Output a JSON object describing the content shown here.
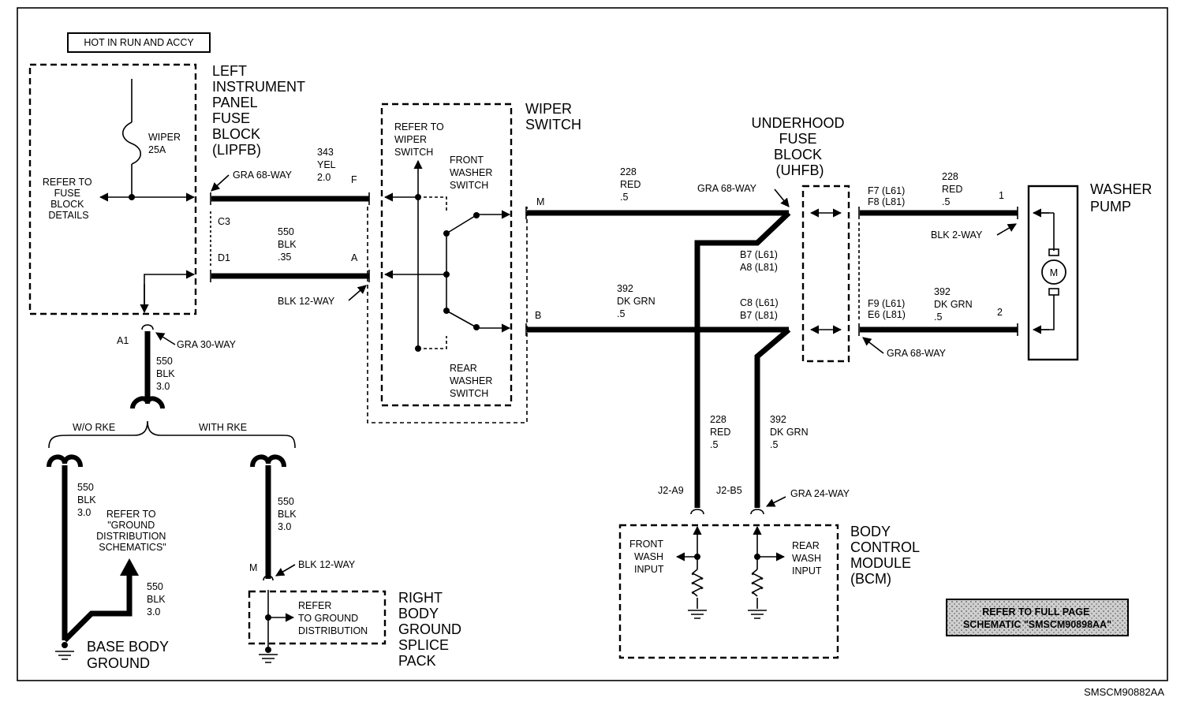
{
  "header": {
    "hot_label": "HOT IN RUN AND ACCY"
  },
  "lipfb": {
    "title_lines": [
      "LEFT",
      "INSTRUMENT",
      "PANEL",
      "FUSE",
      "BLOCK",
      "(LIPFB)"
    ],
    "fuse_lines": [
      "WIPER",
      "25A"
    ],
    "refer_lines": [
      "REFER TO",
      "FUSE",
      "BLOCK",
      "DETAILS"
    ]
  },
  "wires": {
    "w343": {
      "lines": [
        "343",
        "YEL",
        "2.0"
      ],
      "pin": "F"
    },
    "w550_ip": {
      "lines": [
        "550",
        "BLK",
        ".35"
      ],
      "pin": "A"
    },
    "gra68_top": "GRA 68-WAY",
    "c3": "C3",
    "d1": "D1",
    "blk12_ip": "BLK 12-WAY",
    "a1": "A1",
    "gra30": "GRA 30-WAY",
    "w550_main": [
      "550",
      "BLK",
      "3.0"
    ],
    "wo_rke": "W/O RKE",
    "with_rke": "WITH RKE",
    "w550_left": [
      "550",
      "BLK",
      "3.0"
    ],
    "w550_arrow": [
      "550",
      "BLK",
      "3.0"
    ],
    "w550_right": [
      "550",
      "BLK",
      "3.0"
    ],
    "m_pin": "M",
    "blk12_body": "BLK 12-WAY",
    "w228_top": {
      "lines": [
        "228",
        "RED",
        ".5"
      ],
      "pin": "M"
    },
    "w392_top": {
      "lines": [
        "392",
        "DK GRN",
        ".5"
      ],
      "pin": "B"
    },
    "gra68_mid": "GRA 68-WAY",
    "b7a8": [
      "B7 (L61)",
      "A8 (L81)"
    ],
    "c8b7": [
      "C8 (L61)",
      "B7 (L81)"
    ],
    "w228_down": [
      "228",
      "RED",
      ".5"
    ],
    "w392_down": [
      "392",
      "DK GRN",
      ".5"
    ],
    "j2a9": "J2-A9",
    "j2b5": "J2-B5",
    "gra24": "GRA 24-WAY",
    "f7f8": [
      "F7 (L61)",
      "F8 (L81)"
    ],
    "w228_pump": {
      "lines": [
        "228",
        "RED",
        ".5"
      ],
      "pin": "1"
    },
    "f9e6": [
      "F9 (L61)",
      "E6 (L81)"
    ],
    "w392_pump": {
      "lines": [
        "392",
        "DK GRN",
        ".5"
      ],
      "pin": "2"
    },
    "blk2": "BLK 2-WAY",
    "gra68_bottom": "GRA 68-WAY"
  },
  "wiper_switch": {
    "title_lines": [
      "WIPER",
      "SWITCH"
    ],
    "refer_lines": [
      "REFER TO",
      "WIPER",
      "SWITCH"
    ],
    "front_lines": [
      "FRONT",
      "WASHER",
      "SWITCH"
    ],
    "rear_lines": [
      "REAR",
      "WASHER",
      "SWITCH"
    ]
  },
  "uhfb": {
    "title_lines": [
      "UNDERHOOD",
      "FUSE",
      "BLOCK",
      "(UHFB)"
    ]
  },
  "washer_pump": {
    "title_lines": [
      "WASHER",
      "PUMP"
    ],
    "motor": "M"
  },
  "ground": {
    "refer_gd_lines": [
      "REFER TO",
      "\"GROUND",
      "DISTRIBUTION",
      "SCHEMATICS\""
    ],
    "base_lines": [
      "BASE BODY",
      "GROUND"
    ],
    "rbgsp_lines": [
      "RIGHT",
      "BODY",
      "GROUND",
      "SPLICE",
      "PACK"
    ],
    "refer_splice_lines": [
      "REFER",
      "TO GROUND",
      "DISTRIBUTION"
    ]
  },
  "bcm": {
    "title_lines": [
      "BODY",
      "CONTROL",
      "MODULE",
      "(BCM)"
    ],
    "front_lines": [
      "FRONT",
      "WASH",
      "INPUT"
    ],
    "rear_lines": [
      "REAR",
      "WASH",
      "INPUT"
    ]
  },
  "refer_full_page": [
    "REFER TO FULL PAGE",
    "SCHEMATIC \"SMSCM90898AA\""
  ],
  "figure_id": "SMSCM90882AA"
}
